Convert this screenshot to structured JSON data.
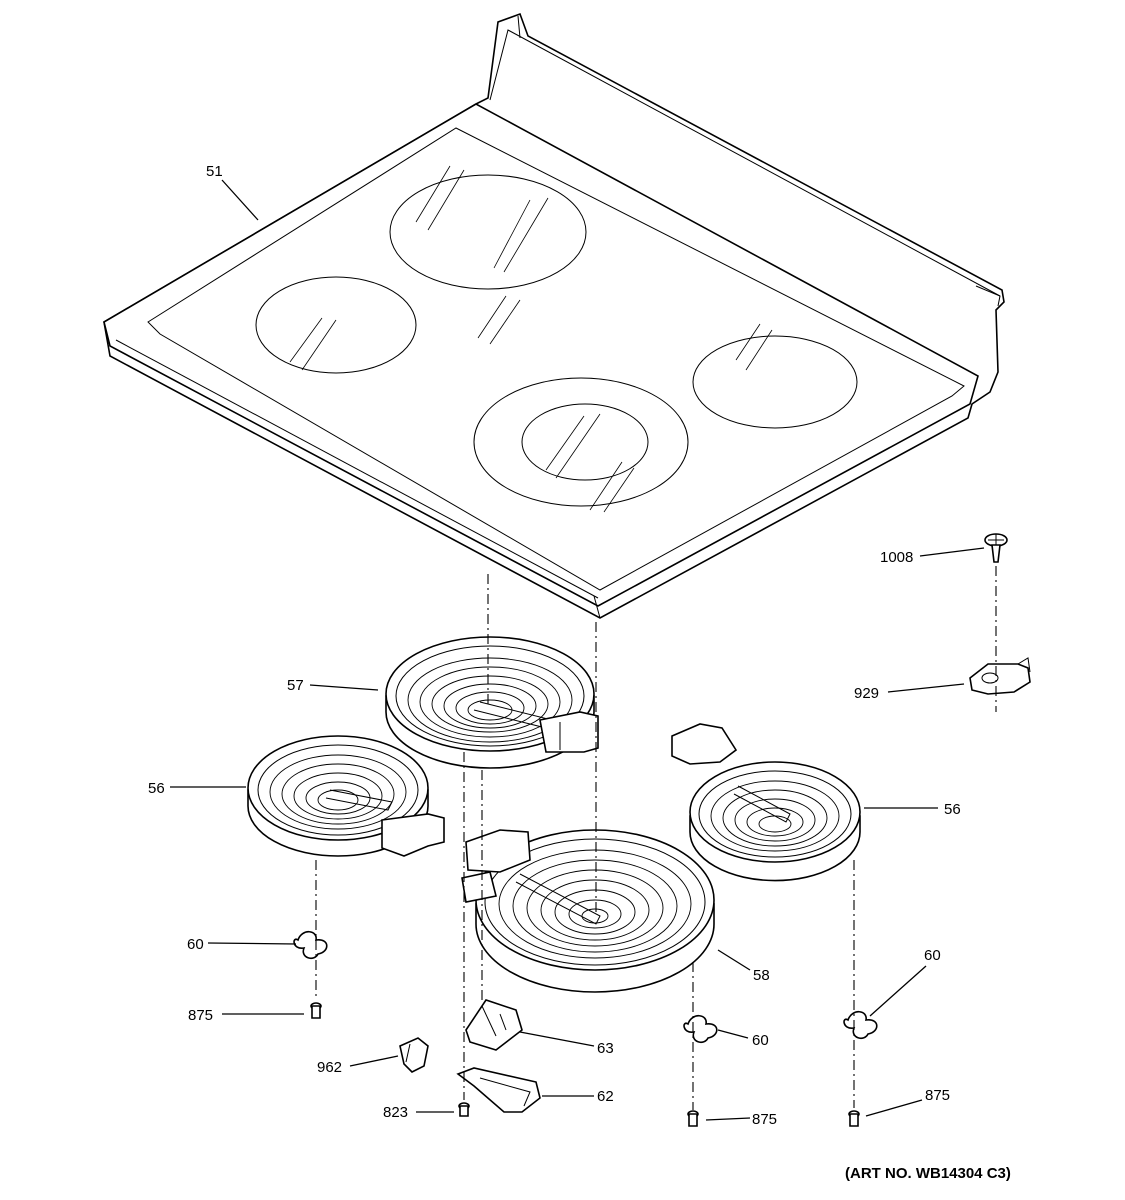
{
  "callouts": {
    "c51": "51",
    "c1008": "1008",
    "c929": "929",
    "c57": "57",
    "c56_left": "56",
    "c56_right": "56",
    "c58": "58",
    "c60_left": "60",
    "c60_mid": "60",
    "c60_right": "60",
    "c875_left": "875",
    "c875_mid": "875",
    "c875_right": "875",
    "c63": "63",
    "c62": "62",
    "c962": "962",
    "c823": "823"
  },
  "art_number": "(ART NO. WB14304 C3)"
}
